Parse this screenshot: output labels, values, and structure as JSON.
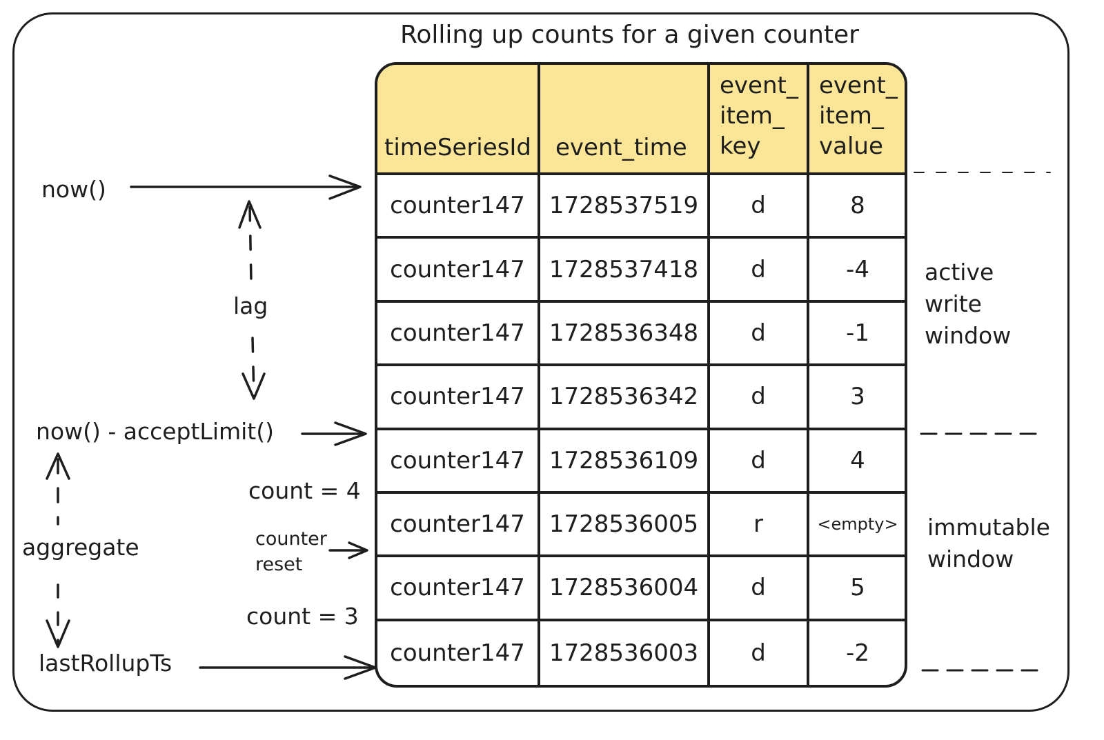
{
  "title": "Rolling up counts for a given counter",
  "table": {
    "headers": [
      "timeSeriesId",
      "event_time",
      "event_\nitem_\nkey",
      "event_\nitem_\nvalue"
    ],
    "rows": [
      [
        "counter147",
        "1728537519",
        "d",
        "8"
      ],
      [
        "counter147",
        "1728537418",
        "d",
        "-4"
      ],
      [
        "counter147",
        "1728536348",
        "d",
        "-1"
      ],
      [
        "counter147",
        "1728536342",
        "d",
        "3"
      ],
      [
        "counter147",
        "1728536109",
        "d",
        "4"
      ],
      [
        "counter147",
        "1728536005",
        "r",
        "<empty>"
      ],
      [
        "counter147",
        "1728536004",
        "d",
        "5"
      ],
      [
        "counter147",
        "1728536003",
        "d",
        "-2"
      ]
    ]
  },
  "labels": {
    "now": "now()",
    "lag": "lag",
    "accept_limit": "now() - acceptLimit()",
    "count_4": "count = 4",
    "counter_reset_1": "counter",
    "counter_reset_2": "reset",
    "count_3": "count = 3",
    "aggregate": "aggregate",
    "last_rollup": "lastRollupTs"
  },
  "windows": {
    "active": "active\nwrite\nwindow",
    "immutable": "immutable\nwindow"
  },
  "colors": {
    "header_fill": "#fbe596",
    "stroke": "#1e1e1e"
  }
}
